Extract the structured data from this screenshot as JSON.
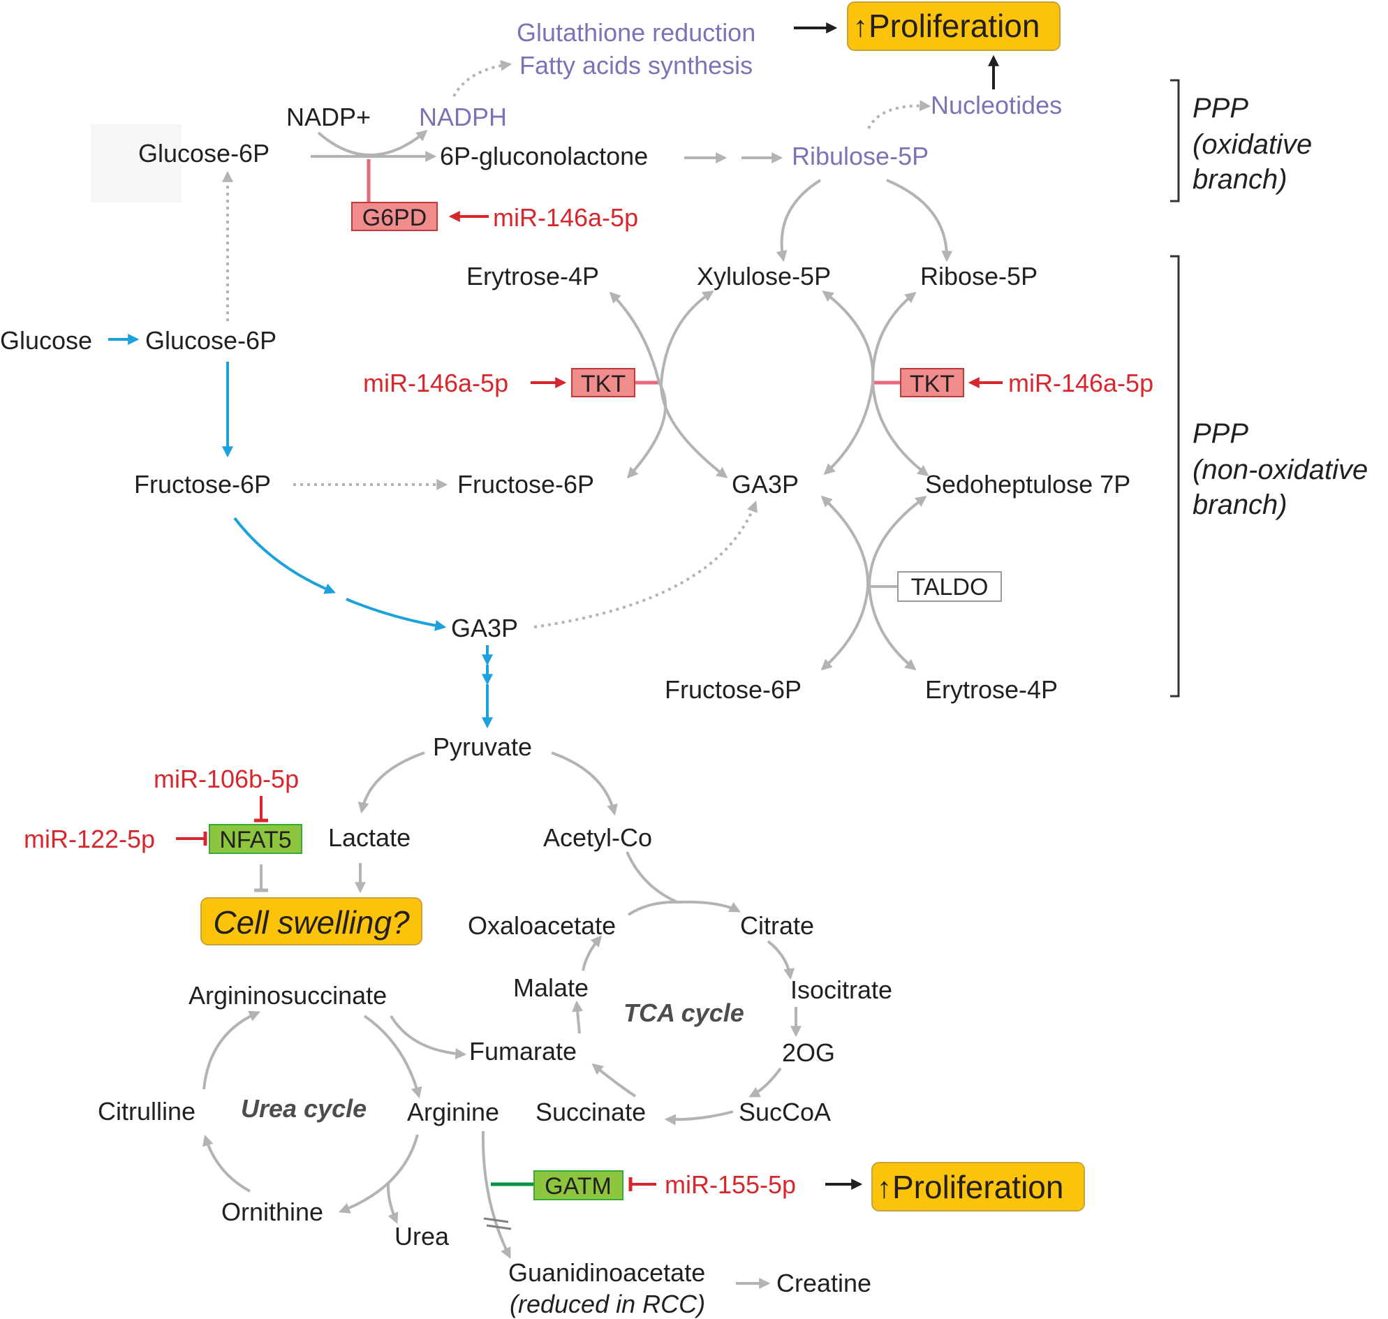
{
  "colors": {
    "metabolite": "#231f20",
    "ppp_product": "#7b73b5",
    "mirna": "#d7262c",
    "glycolysis_arrow": "#1ba1db",
    "pathway_arrow": "#b3b3b3",
    "enzyme_red_fill": "#f08c8c",
    "enzyme_green_fill": "#8cc63f",
    "gatm_link": "#009245",
    "outcome_fill": "#fbc40b",
    "bracket": "#333333"
  },
  "outcomes": {
    "proliferation_top": "Proliferation",
    "proliferation_bottom": "Proliferation",
    "cell_swelling": "Cell swelling?",
    "up_arrow": "↑"
  },
  "oxidative_ppp": {
    "glutathione": "Glutathione reduction",
    "fatty_acids": "Fatty acids synthesis",
    "nadp_plus": "NADP+",
    "nadph": "NADPH",
    "glucose_6p": "Glucose-6P",
    "gluconolactone": "6P-gluconolactone",
    "ribulose_5p": "Ribulose-5P",
    "nucleotides": "Nucleotides",
    "g6pd": "G6PD",
    "g6pd_mirna": "miR-146a-5p"
  },
  "non_oxidative_ppp": {
    "erytrose_4p": "Erytrose-4P",
    "xylulose_5p": "Xylulose-5P",
    "ribose_5p": "Ribose-5P",
    "tkt_left": "TKT",
    "tkt_right": "TKT",
    "tkt_left_mirna": "miR-146a-5p",
    "tkt_right_mirna": "miR-146a-5p",
    "fructose_6p_mid": "Fructose-6P",
    "ga3p_mid": "GA3P",
    "sedoheptulose": "Sedoheptulose 7P",
    "taldo": "TALDO",
    "fructose_6p_low": "Fructose-6P",
    "erytrose_4p_low": "Erytrose-4P"
  },
  "glycolysis": {
    "glucose": "Glucose",
    "glucose_6p": "Glucose-6P",
    "fructose_6p": "Fructose-6P",
    "ga3p": "GA3P",
    "pyruvate": "Pyruvate",
    "lactate": "Lactate",
    "acetyl_co": "Acetyl-Co"
  },
  "nfat5": {
    "label": "NFAT5",
    "mirna_top": "miR-106b-5p",
    "mirna_left": "miR-122-5p"
  },
  "tca": {
    "title": "TCA cycle",
    "oxaloacetate": "Oxaloacetate",
    "citrate": "Citrate",
    "isocitrate": "Isocitrate",
    "two_og": "2OG",
    "succoa": "SucCoA",
    "succinate": "Succinate",
    "fumarate": "Fumarate",
    "malate": "Malate"
  },
  "urea": {
    "title": "Urea cycle",
    "argininosuccinate": "Argininosuccinate",
    "citrulline": "Citrulline",
    "arginine": "Arginine",
    "ornithine": "Ornithine",
    "urea": "Urea"
  },
  "creatine": {
    "gatm": "GATM",
    "gatm_mirna": "miR-155-5p",
    "guanidinoacetate": "Guanidinoacetate",
    "reduced_note": "(reduced in RCC)",
    "creatine": "Creatine"
  },
  "brackets": {
    "oxidative_label_1": "PPP",
    "oxidative_label_2": "(oxidative",
    "oxidative_label_3": "branch)",
    "nonox_label_1": "PPP",
    "nonox_label_2": "(non-oxidative",
    "nonox_label_3": "branch)"
  }
}
